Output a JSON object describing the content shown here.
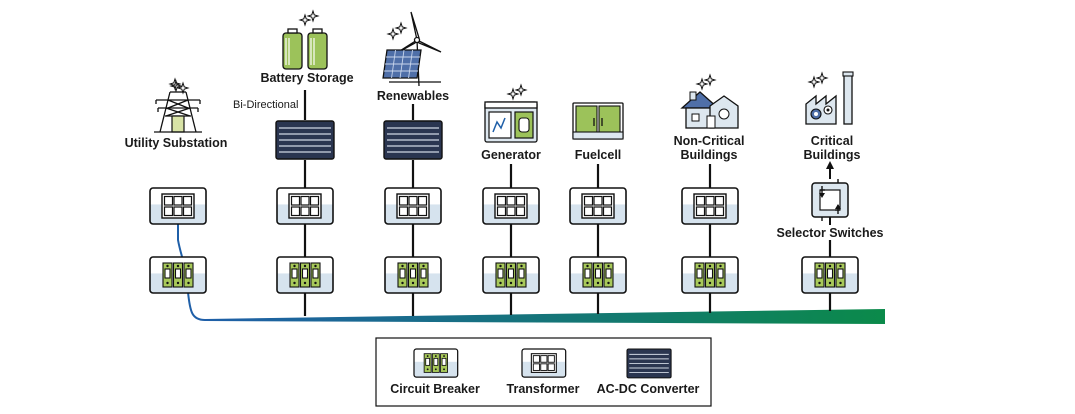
{
  "columns": [
    {
      "id": "utility",
      "label_lines": [
        "Utility Substation"
      ],
      "icon": "utility-pylon-icon"
    },
    {
      "id": "battery",
      "label_lines": [
        "Battery Storage"
      ],
      "icon": "battery-icon",
      "note": "Bi-Directional"
    },
    {
      "id": "renewables",
      "label_lines": [
        "Renewables"
      ],
      "icon": "wind-solar-icon"
    },
    {
      "id": "generator",
      "label_lines": [
        "Generator"
      ],
      "icon": "generator-icon"
    },
    {
      "id": "fuelcell",
      "label_lines": [
        "Fuelcell"
      ],
      "icon": "fuelcell-icon"
    },
    {
      "id": "noncritical",
      "label_lines": [
        "Non-Critical",
        "Buildings"
      ],
      "icon": "house-icon"
    },
    {
      "id": "critical",
      "label_lines": [
        "Critical",
        "Buildings"
      ],
      "icon": "factory-icon"
    }
  ],
  "selector_label": "Selector Switches",
  "legend": {
    "circuit_breaker": "Circuit Breaker",
    "transformer": "Transformer",
    "converter": "AC-DC Converter"
  },
  "colors": {
    "bus_start": "#1f5fa8",
    "bus_end": "#0b8a4a",
    "icon_fill": "#dde7ef",
    "breaker_green": "#a8c95a",
    "converter_dark": "#2a3550",
    "battery_green": "#9cc25a"
  }
}
